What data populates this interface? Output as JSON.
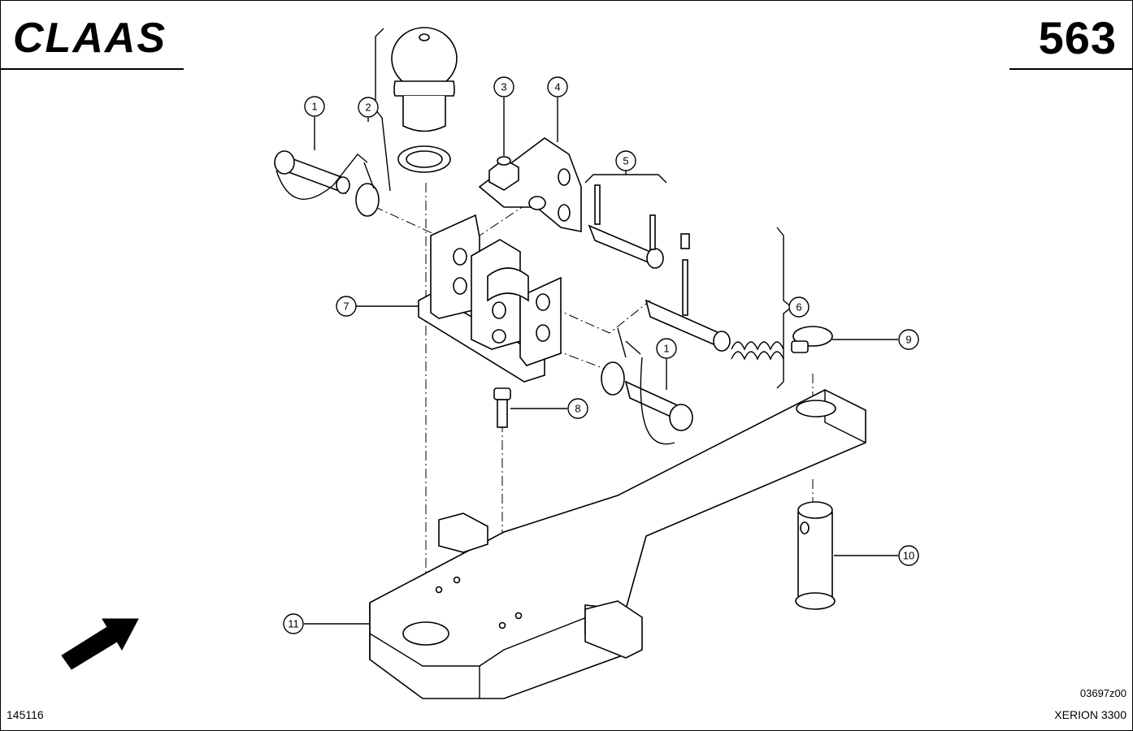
{
  "header": {
    "brand": "CLAAS",
    "page_number": "563"
  },
  "callouts": [
    {
      "label": "1"
    },
    {
      "label": "2"
    },
    {
      "label": "3"
    },
    {
      "label": "4"
    },
    {
      "label": "5"
    },
    {
      "label": "6"
    },
    {
      "label": "7"
    },
    {
      "label": "8"
    },
    {
      "label": "9"
    },
    {
      "label": "10"
    },
    {
      "label": "11"
    },
    {
      "label": "1"
    }
  ],
  "footer": {
    "doc_id": "145116",
    "drawing_ref": "03697z00",
    "model": "XERION 3300"
  },
  "icons": {
    "direction_arrow": "arrow-up-right-icon"
  }
}
